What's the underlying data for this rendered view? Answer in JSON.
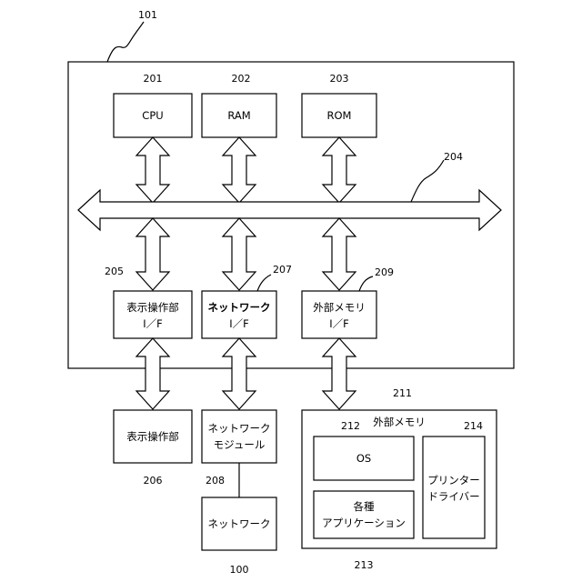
{
  "refs": {
    "system": "101",
    "cpu": "201",
    "ram": "202",
    "rom": "203",
    "bus": "204",
    "display_if": "205",
    "display_unit": "206",
    "network_if": "207",
    "network_module": "208",
    "ext_memory_if": "209",
    "ext_memory": "211",
    "os": "212",
    "applications": "213",
    "printer_driver": "214",
    "network": "100"
  },
  "labels": {
    "cpu": "CPU",
    "ram": "RAM",
    "rom": "ROM",
    "display_if_l1": "表示操作部",
    "display_if_l2": "I／F",
    "network_if_l1": "ネットワーク",
    "network_if_l2": "I／F",
    "ext_memory_if_l1": "外部メモリ",
    "ext_memory_if_l2": "I／F",
    "display_unit": "表示操作部",
    "network_module_l1": "ネットワーク",
    "network_module_l2": "モジュール",
    "network": "ネットワーク",
    "ext_memory": "外部メモリ",
    "os": "OS",
    "applications_l1": "各種",
    "applications_l2": "アプリケーション",
    "printer_driver_l1": "プリンター",
    "printer_driver_l2": "ドライバー"
  }
}
